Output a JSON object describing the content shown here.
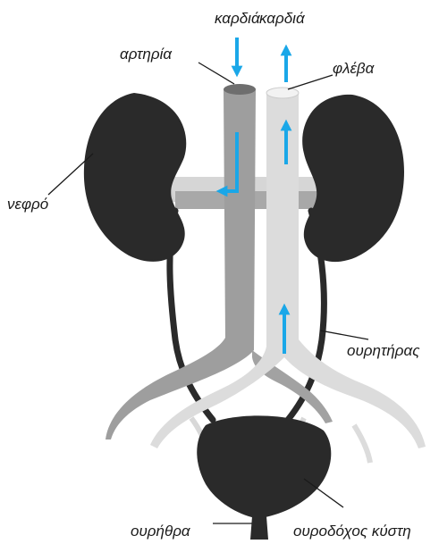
{
  "labels": {
    "heart_in": "καρδιά",
    "heart_out": "καρδιά",
    "artery": "αρτηρία",
    "vein": "φλέβα",
    "kidney": "νεφρό",
    "ureter": "ουρητήρας",
    "urethra": "ουρήθρα",
    "bladder": "ουροδόχος κύστη"
  },
  "colors": {
    "organ": "#2a2a2a",
    "artery": "#9e9e9e",
    "vein": "#dcdcdc",
    "flow_arrow": "#1aa7e8",
    "background": "#ffffff"
  }
}
